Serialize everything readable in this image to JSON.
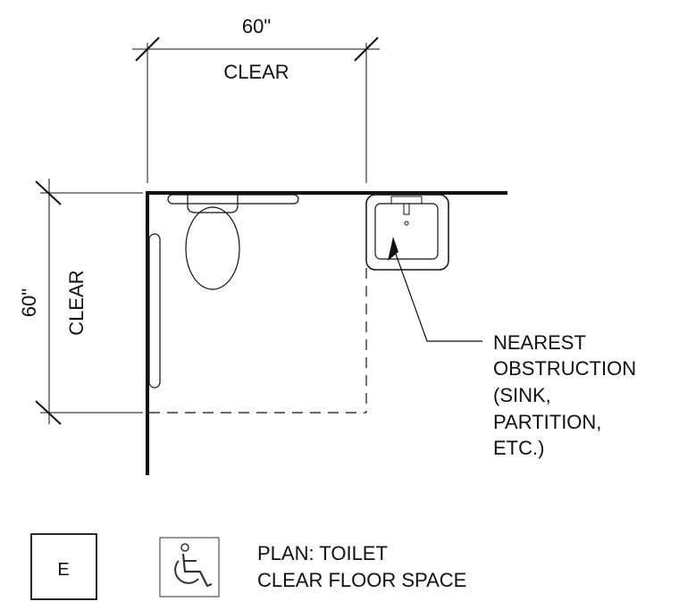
{
  "dimensions": {
    "top_value": "60\"",
    "top_label": "CLEAR",
    "left_value": "60\"",
    "left_label": "CLEAR"
  },
  "callout": {
    "lines": [
      "NEAREST",
      "OBSTRUCTION",
      "(SINK,",
      "PARTITION,",
      "ETC.)"
    ]
  },
  "legend": {
    "box_letter": "E",
    "title_lines": [
      "PLAN:  TOILET",
      "CLEAR FLOOR SPACE"
    ]
  },
  "icons": {
    "accessibility": "wheelchair-icon"
  }
}
